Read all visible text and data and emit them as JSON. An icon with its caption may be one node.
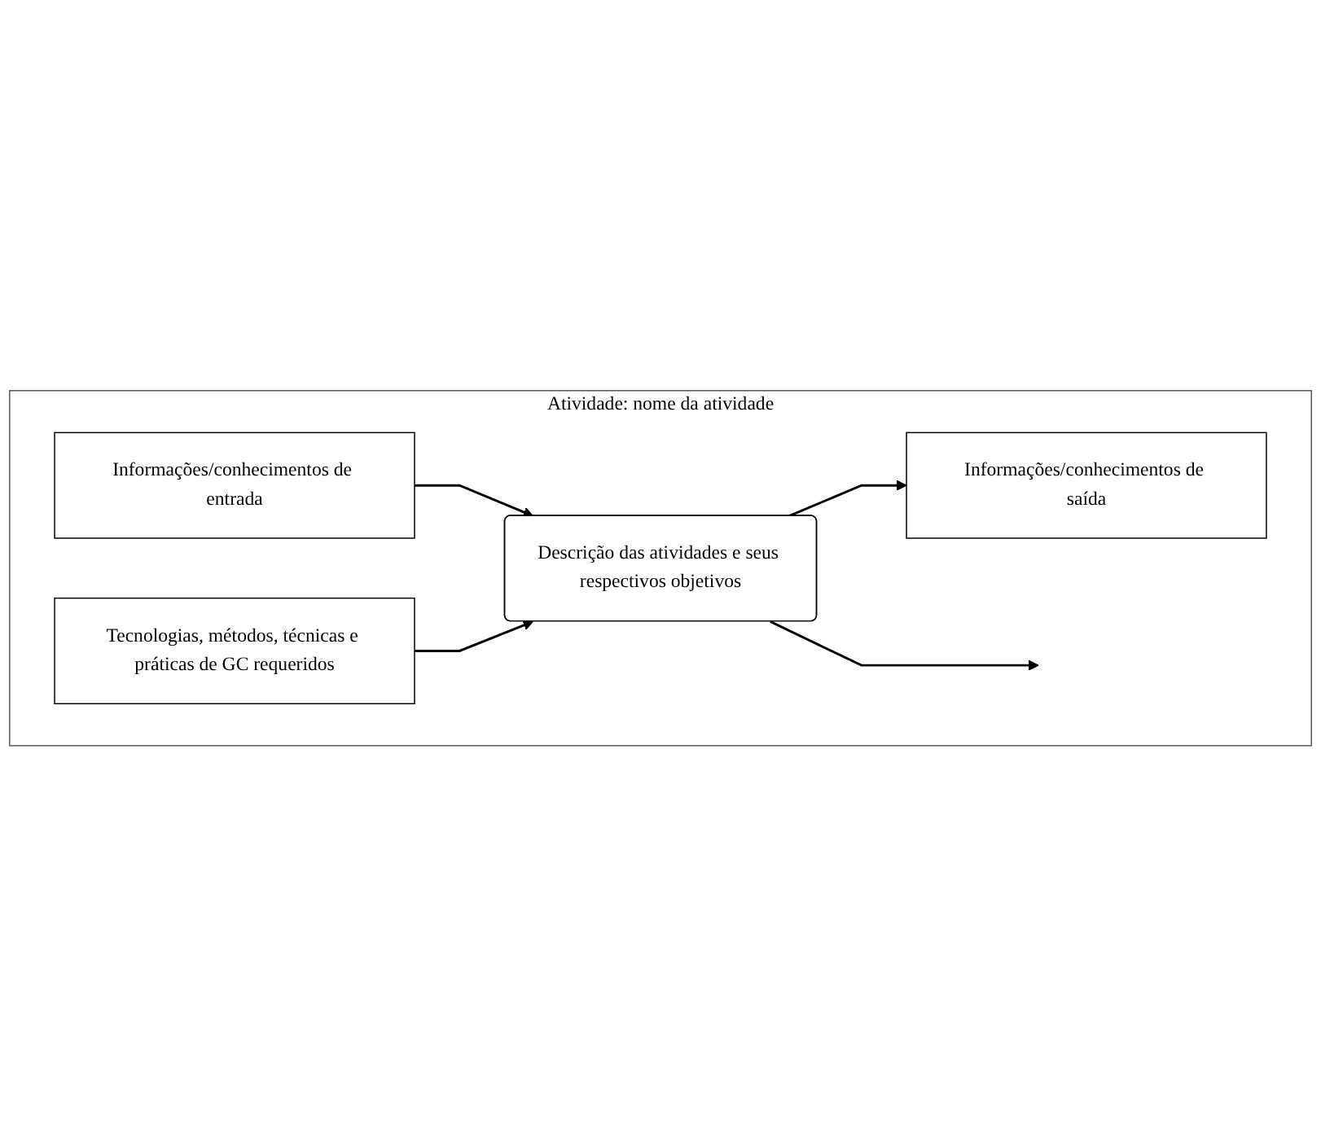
{
  "diagram": {
    "nodes": [
      {
        "text": [
          "Atividade: nome da atividade"
        ]
      },
      {
        "text": [
          "Informações/conhecimentos de entrada"
        ],
        "in": 0
      },
      {
        "text": [
          "Informações/conhecimentos de saída"
        ],
        "in": 0
      },
      {
        "text": [
          "Descrição das atividades e seus respectivos objetivos"
        ],
        "in": 0
      },
      {
        "text": [
          "Tecnologias, métodos, técnicas e práticas de GC requeridos"
        ],
        "in": 0
      }
    ],
    "edges": [
      {
        "from": 1,
        "to": 3,
        "arrow": "to"
      },
      {
        "from": 3,
        "to": 2,
        "arrow": "to"
      },
      {
        "from": 3,
        "to": null,
        "arrow": "to"
      },
      {
        "from": 4,
        "to": 3,
        "arrow": "to"
      }
    ]
  }
}
